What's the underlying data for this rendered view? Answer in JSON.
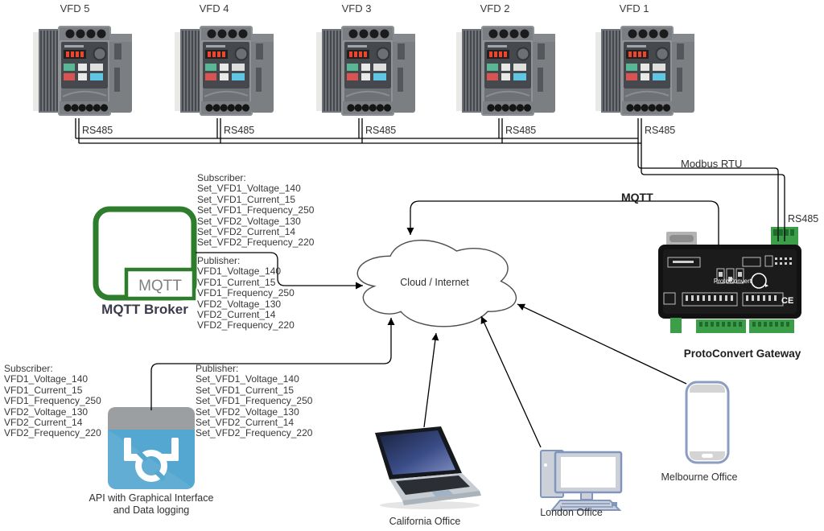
{
  "vfd_labels": [
    "VFD 5",
    "VFD 4",
    "VFD 3",
    "VFD 2",
    "VFD 1"
  ],
  "connections": {
    "rs485": "RS485",
    "modbus_rtu": "Modbus RTU",
    "mqtt": "MQTT",
    "gateway_rs485": "RS485"
  },
  "cloud": {
    "label": "Cloud / Internet"
  },
  "mqtt_broker": {
    "icon_text": "MQTT",
    "label": "MQTT Broker",
    "subscriber_title": "Subscriber:",
    "subscriber": [
      "Set_VFD1_Voltage_140",
      "Set_VFD1_Current_15",
      "Set_VFD1_Frequency_250",
      "Set_VFD2_Voltage_130",
      "Set_VFD2_Current_14",
      "Set_VFD2_Frequency_220"
    ],
    "publisher_title": "Publisher:",
    "publisher": [
      "VFD1_Voltage_140",
      "VFD1_Current_15",
      "VFD1_Frequency_250",
      "VFD2_Voltage_130",
      "VFD2_Current_14",
      "VFD2_Frequency_220"
    ]
  },
  "api_node": {
    "label_line1": "API with Graphical Interface",
    "label_line2": "and Data logging",
    "subscriber_title": "Subscriber:",
    "subscriber": [
      "VFD1_Voltage_140",
      "VFD1_Current_15",
      "VFD1_Frequency_250",
      "VFD2_Voltage_130",
      "VFD2_Current_14",
      "VFD2_Frequency_220"
    ],
    "publisher_title": "Publisher:",
    "publisher": [
      "Set_VFD1_Voltage_140",
      "Set_VFD1_Current_15",
      "Set_VFD1_Frequency_250",
      "Set_VFD2_Voltage_130",
      "Set_VFD2_Current_14",
      "Set_VFD2_Frequency_220"
    ]
  },
  "gateway": {
    "label": "ProtoConvert Gateway",
    "brand": "ProtoConvert"
  },
  "offices": {
    "california": "California Office",
    "london": "London Office",
    "melbourne": "Melbourne Office"
  },
  "colors": {
    "mqtt_green": "#2d7d2d",
    "api_blue": "#54a7d0",
    "device_stroke_blue": "#8096bc",
    "line_black": "#000000"
  }
}
